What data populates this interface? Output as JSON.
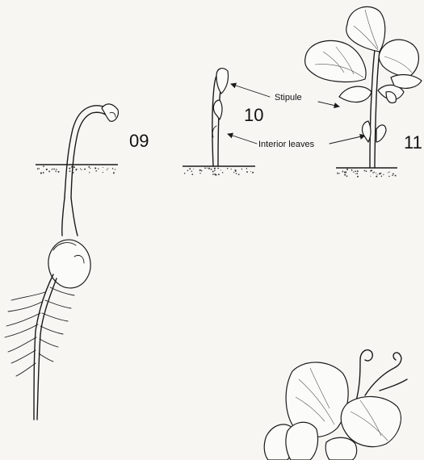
{
  "stages": [
    {
      "id": "09",
      "label": "09"
    },
    {
      "id": "10",
      "label": "10"
    },
    {
      "id": "11",
      "label": "11"
    }
  ],
  "callouts": {
    "stipule": "Stipule",
    "interior_leaves": "Interior leaves"
  },
  "colors": {
    "background": "#f7f6f3",
    "ink": "#1a1a1a"
  }
}
